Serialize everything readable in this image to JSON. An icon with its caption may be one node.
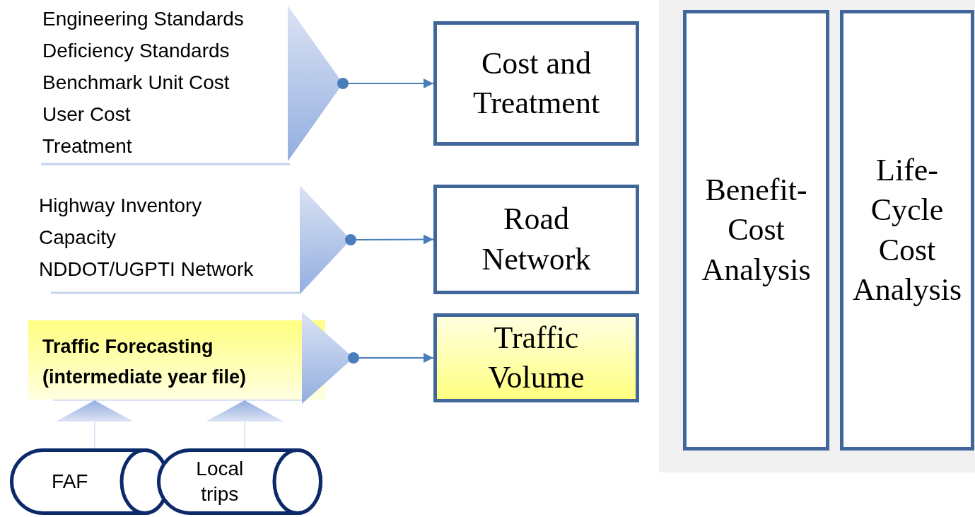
{
  "diagram": {
    "nodes": [
      {
        "text": [
          "Engineering Standards",
          "Deficiency Standards",
          "Benchmark Unit Cost",
          "User Cost",
          "Treatment"
        ]
      },
      {
        "text": [
          "Cost and Treatment"
        ]
      },
      {
        "text": [
          "Highway Inventory",
          "Capacity",
          "NDDOT/UGPTI Network"
        ]
      },
      {
        "text": [
          "Road Network"
        ]
      },
      {
        "text": [
          "Traffic Forecasting (intermediate year file)"
        ]
      },
      {
        "text": [
          "Traffic Volume"
        ]
      },
      {
        "text": [
          "FAF"
        ]
      },
      {
        "text": [
          "Local trips"
        ]
      },
      {
        "text": [],
        "shape": "box"
      },
      {
        "text": [
          "Benefit-Cost Analysis"
        ],
        "in": 8
      },
      {
        "text": [
          "Life-Cycle Cost Analysis"
        ],
        "in": 8
      }
    ],
    "edges": [
      {
        "from": 0,
        "to": 1,
        "arrow": "to"
      },
      {
        "from": 2,
        "to": 3,
        "arrow": "to"
      },
      {
        "from": 4,
        "to": 5,
        "arrow": "to"
      },
      {
        "from": 6,
        "to": 4,
        "arrow": "to",
        "color": "#c3d3ee"
      },
      {
        "from": 7,
        "to": 4,
        "arrow": "to",
        "color": "#c3d3ee"
      }
    ]
  }
}
